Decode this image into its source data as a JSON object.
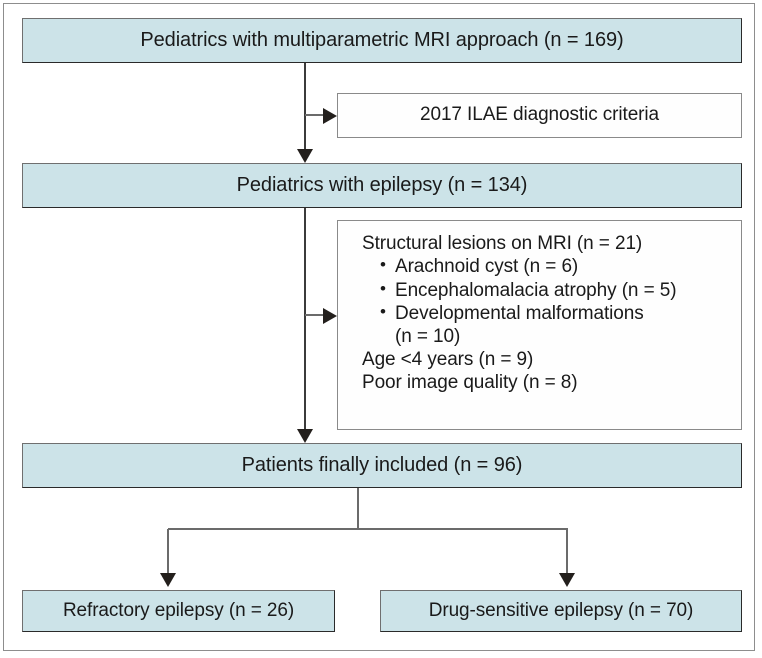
{
  "diagram": {
    "title": "Study participant flow diagram",
    "colors": {
      "box_fill": "#cce3e8",
      "box_border": "#6f6f6f",
      "plain_fill": "#fefefe",
      "plain_border": "#8a8a8a",
      "connector": "#3b3b3b",
      "text": "#1a1a1a",
      "frame": "#8d8d8d"
    },
    "nodes": {
      "screened": {
        "label": "Pediatrics with multiparametric MRI approach (n = 169)",
        "n": 169
      },
      "ilae": {
        "label": "2017 ILAE diagnostic criteria"
      },
      "epilepsy": {
        "label": "Pediatrics with epilepsy (n = 134)",
        "n": 134
      },
      "excluded": {
        "heading": "Structural lesions on MRI (n = 21)",
        "heading_n": 21,
        "bullets": [
          {
            "text": "Arachnoid cyst (n = 6)",
            "n": 6,
            "continuation": ""
          },
          {
            "text": "Encephalomalacia atrophy (n = 5)",
            "n": 5,
            "continuation": ""
          },
          {
            "text": "Developmental malformations",
            "n": 10,
            "continuation": "(n = 10)"
          }
        ],
        "extra_lines": [
          {
            "text": "Age <4 years (n = 9)",
            "n": 9
          },
          {
            "text": "Poor image quality (n = 8)",
            "n": 8
          }
        ]
      },
      "included": {
        "label": "Patients finally included (n = 96)",
        "n": 96
      },
      "refractory": {
        "label": "Refractory epilepsy (n = 26)",
        "n": 26
      },
      "sensitive": {
        "label": "Drug-sensitive epilepsy (n = 70)",
        "n": 70
      }
    },
    "connectors": [
      {
        "name": "screened-to-epilepsy",
        "type": "vertical-arrow"
      },
      {
        "name": "screened-to-ilae",
        "type": "horizontal-arrow"
      },
      {
        "name": "epilepsy-to-included",
        "type": "vertical-arrow"
      },
      {
        "name": "epilepsy-to-excluded",
        "type": "horizontal-arrow"
      },
      {
        "name": "included-split",
        "type": "tee-split"
      },
      {
        "name": "split-to-refractory",
        "type": "vertical-arrow"
      },
      {
        "name": "split-to-sensitive",
        "type": "vertical-arrow"
      }
    ]
  }
}
